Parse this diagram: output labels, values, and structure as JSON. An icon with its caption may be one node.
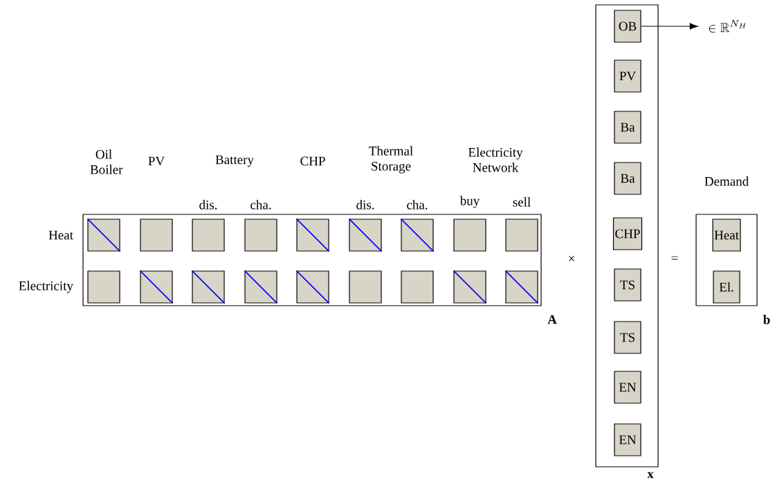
{
  "diagram": {
    "nodes": [
      {
        "text": [],
        "shape": "box",
        "beside": [
          "A"
        ]
      },
      {
        "text": [],
        "shape": "slashed-box",
        "in": 0
      },
      {
        "text": [],
        "shape": "box",
        "in": 0
      },
      {
        "text": [],
        "shape": "box",
        "in": 0
      },
      {
        "text": [],
        "shape": "box",
        "in": 0
      },
      {
        "text": [],
        "shape": "slashed-box",
        "in": 0
      },
      {
        "text": [],
        "shape": "slashed-box",
        "in": 0
      },
      {
        "text": [],
        "shape": "slashed-box",
        "in": 0
      },
      {
        "text": [],
        "shape": "box",
        "in": 0
      },
      {
        "text": [],
        "shape": "box",
        "in": 0
      },
      {
        "text": [],
        "shape": "box",
        "in": 0
      },
      {
        "text": [],
        "shape": "slashed-box",
        "in": 0
      },
      {
        "text": [],
        "shape": "slashed-box",
        "in": 0
      },
      {
        "text": [],
        "shape": "slashed-box",
        "in": 0
      },
      {
        "text": [],
        "shape": "slashed-box",
        "in": 0
      },
      {
        "text": [],
        "shape": "box",
        "in": 0
      },
      {
        "text": [],
        "shape": "box",
        "in": 0
      },
      {
        "text": [],
        "shape": "slashed-box",
        "in": 0
      },
      {
        "text": [],
        "shape": "slashed-box",
        "in": 0
      },
      {
        "text": [],
        "shape": "box",
        "beside": [
          "x"
        ]
      },
      {
        "text": [
          "OB"
        ],
        "in": 19
      },
      {
        "text": [
          "PV"
        ],
        "in": 19
      },
      {
        "text": [
          "Ba"
        ],
        "in": 19
      },
      {
        "text": [
          "Ba"
        ],
        "in": 19
      },
      {
        "text": [
          "CHP"
        ],
        "in": 19
      },
      {
        "text": [
          "TS"
        ],
        "in": 19
      },
      {
        "text": [
          "TS"
        ],
        "in": 19
      },
      {
        "text": [
          "EN"
        ],
        "in": 19
      },
      {
        "text": [
          "EN"
        ],
        "in": 19
      },
      {
        "text": [
          "Demand"
        ],
        "beside": [
          "b"
        ]
      },
      {
        "text": [
          "Heat"
        ],
        "in": 29
      },
      {
        "text": [
          "El."
        ],
        "in": 29
      },
      {
        "text": [
          "\\in \\mathbb{R}^{N_H}"
        ]
      }
    ],
    "edges": [
      {
        "from": 20,
        "to": 32,
        "arrow": "to"
      }
    ],
    "labels": [
      "Oil Boiler",
      "PV",
      "Battery",
      "CHP",
      "Thermal Storage",
      "Electricity Network",
      "dis.",
      "cha.",
      "dis.",
      "cha.",
      "buy",
      "sell",
      "Heat",
      "Electricity",
      "×",
      "="
    ]
  }
}
